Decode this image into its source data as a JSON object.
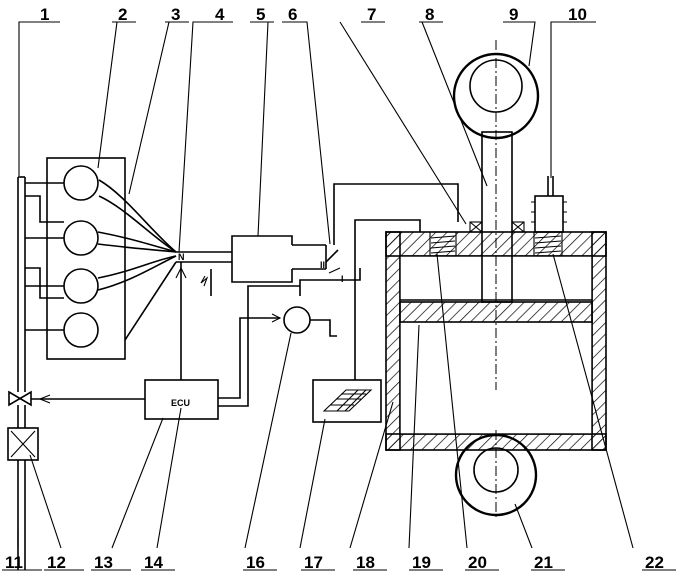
{
  "ecu_label": "ECU",
  "roman_one": "I",
  "roman_two": "II",
  "top_labels": [
    "1",
    "2",
    "3",
    "4",
    "5",
    "6",
    "7",
    "8",
    "9",
    "10"
  ],
  "bottom_labels": [
    "11",
    "12",
    "13",
    "14",
    "16",
    "17",
    "18",
    "19",
    "20",
    "21",
    "22"
  ]
}
